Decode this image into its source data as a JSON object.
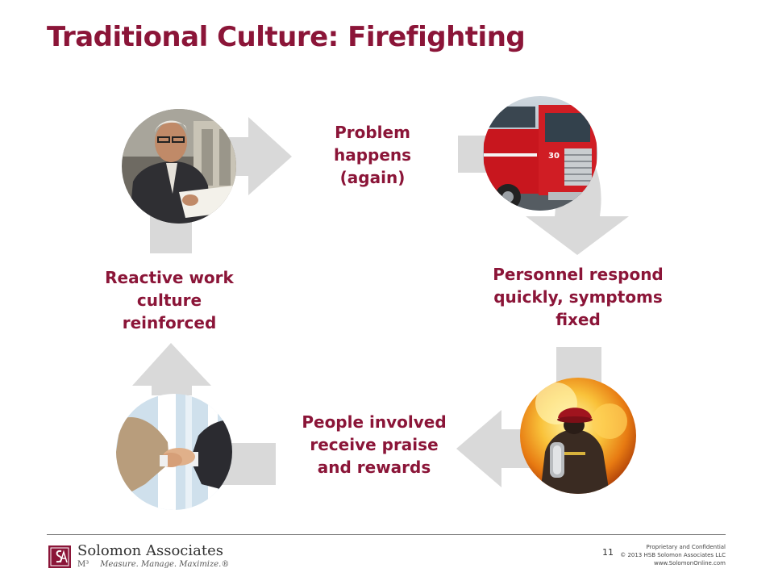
{
  "slide": {
    "title": "Traditional Culture: Firefighting",
    "cycle": [
      {
        "id": "problem",
        "label": "Problem happens (again)",
        "photo": "businessman-photo"
      },
      {
        "id": "respond",
        "label": "Personnel respond quickly, symptoms fixed",
        "photo": "fire-truck-photo"
      },
      {
        "id": "praise",
        "label": "People involved receive praise and rewards",
        "photo": "firefighter-photo"
      },
      {
        "id": "reinforced",
        "label": "Reactive work culture reinforced",
        "photo": "handshake-photo"
      }
    ]
  },
  "footer": {
    "brand": "Solomon Associates",
    "tagline_mark": "M³",
    "tagline": "Measure. Manage. Maximize.®",
    "page_number": "11",
    "legal_line1": "Proprietary and Confidential",
    "legal_line2": "© 2013 HSB Solomon Associates LLC",
    "legal_line3": "www.SolomonOnline.com"
  },
  "colors": {
    "accent": "#8b1538",
    "arrow": "#d9d9d9"
  }
}
